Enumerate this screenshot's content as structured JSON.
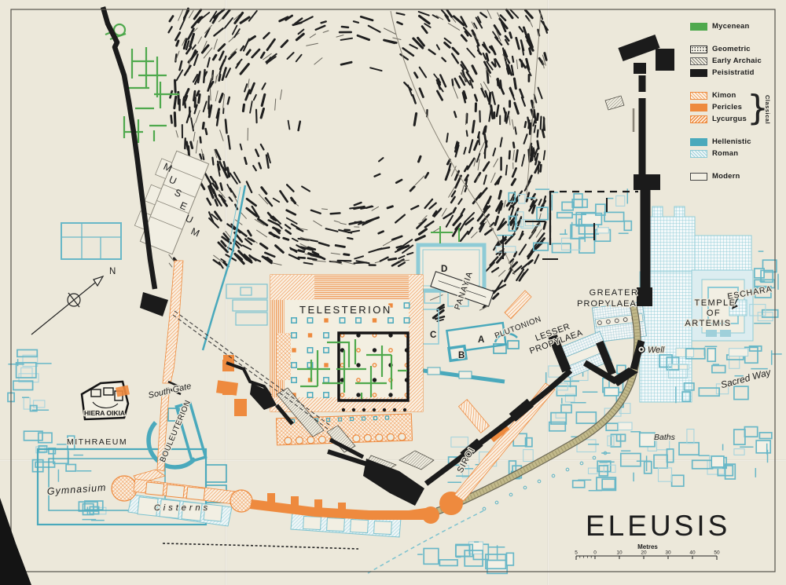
{
  "map": {
    "title": "ELEUSIS",
    "north_label": "N",
    "scale_bar": {
      "label": "Metres",
      "ticks": [
        "5",
        "0",
        "10",
        "20",
        "30",
        "40",
        "50"
      ]
    },
    "labels": {
      "museum": "MUSEUM",
      "telesterion": "TELESTERION",
      "panayia": "PANAYIA",
      "plutonion": "PLUTONION",
      "lesser_propylaea": [
        "LESSER",
        "PROPYLAEA"
      ],
      "greater_propylaea": [
        "GREATER",
        "PROPYLAEA"
      ],
      "temple_of_artemis": [
        "TEMPLE",
        "OF",
        "ARTEMIS"
      ],
      "eschara": "ESCHARA",
      "well": "Well",
      "sacred_way": "Sacred Way",
      "baths": "Baths",
      "siroi": "SIROI",
      "bouleuterion": "BOULEUTERION",
      "south_gate": "South Gate",
      "hiera_oikia": "HIERA OIKIA",
      "mithraeum": "MITHRAEUM",
      "gymnasium": "Gymnasium",
      "cisterns": "Cisterns",
      "room_a": "A",
      "room_b": "B",
      "room_c": "C",
      "room_d": "D"
    }
  },
  "legend": {
    "items": [
      {
        "label": "Mycenean",
        "swatch": "mycenean",
        "gap": false
      },
      {
        "label": "Geometric",
        "swatch": "geometric",
        "gap": true
      },
      {
        "label": "Early Archaic",
        "swatch": "early-archaic",
        "gap": false
      },
      {
        "label": "Peisistratid",
        "swatch": "peisistratid",
        "gap": false
      },
      {
        "label": "Kimon",
        "swatch": "kimon",
        "gap": true
      },
      {
        "label": "Pericles",
        "swatch": "pericles",
        "gap": false
      },
      {
        "label": "Lycurgus",
        "swatch": "lycurgus",
        "gap": false
      },
      {
        "label": "Hellenistic",
        "swatch": "hellenistic",
        "gap": true
      },
      {
        "label": "Roman",
        "swatch": "roman",
        "gap": false
      },
      {
        "label": "Modern",
        "swatch": "modern",
        "gap": true
      }
    ],
    "classical_group_label": "Classical"
  },
  "colors": {
    "paper": "#ece8da",
    "mycenean_green": "#4fa94d",
    "classical_orange": "#ee8a3e",
    "hellenistic_teal": "#4aa9bc",
    "roman_blue": "#8ecbd6",
    "peisistratid_black": "#1b1b1b",
    "road_khaki": "#c2b98b"
  }
}
